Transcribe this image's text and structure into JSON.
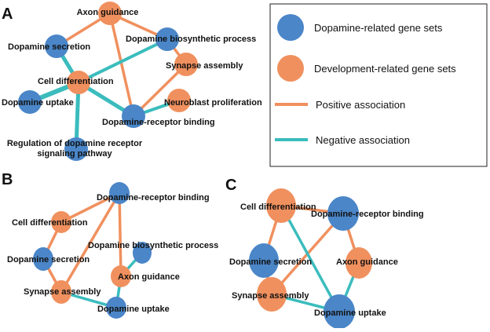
{
  "colors": {
    "dopamine": "#4a86c8",
    "development": "#f0905e",
    "positive": "#f0905e",
    "negative": "#3bbcbd"
  },
  "legend": {
    "items": [
      {
        "label": "Dopamine-related gene sets",
        "kind": "node",
        "type": "dopamine"
      },
      {
        "label": "Development-related gene sets",
        "kind": "node",
        "type": "development"
      },
      {
        "label": "Positive association",
        "kind": "edge",
        "type": "positive"
      },
      {
        "label": "Negative association",
        "kind": "edge",
        "type": "negative"
      }
    ]
  },
  "panels": [
    {
      "letter": "A",
      "nodes": [
        {
          "id": "axon",
          "label": "Axon guidance",
          "type": "development"
        },
        {
          "id": "bio",
          "label": "Dopamine biosynthetic process",
          "type": "dopamine"
        },
        {
          "id": "sec",
          "label": "Dopamine secretion",
          "type": "dopamine"
        },
        {
          "id": "syn",
          "label": "Synapse assembly",
          "type": "development"
        },
        {
          "id": "cell",
          "label": "Cell differentiation",
          "type": "development"
        },
        {
          "id": "upt",
          "label": "Dopamine uptake",
          "type": "dopamine"
        },
        {
          "id": "neuro",
          "label": "Neuroblast proliferation",
          "type": "development"
        },
        {
          "id": "drb",
          "label": "Dopamine-receptor binding",
          "type": "dopamine"
        },
        {
          "id": "reg",
          "label": "Regulation of dopamine receptor",
          "label2": "signaling pathway",
          "type": "dopamine"
        }
      ],
      "edges": [
        {
          "from": "axon",
          "to": "sec",
          "type": "positive"
        },
        {
          "from": "axon",
          "to": "bio",
          "type": "positive"
        },
        {
          "from": "axon",
          "to": "drb",
          "type": "positive"
        },
        {
          "from": "bio",
          "to": "syn",
          "type": "positive"
        },
        {
          "from": "syn",
          "to": "drb",
          "type": "positive"
        },
        {
          "from": "drb",
          "to": "neuro",
          "type": "negative"
        },
        {
          "from": "sec",
          "to": "cell",
          "type": "negative"
        },
        {
          "from": "cell",
          "to": "bio",
          "type": "negative"
        },
        {
          "from": "cell",
          "to": "upt",
          "type": "negative"
        },
        {
          "from": "cell",
          "to": "drb",
          "type": "negative"
        },
        {
          "from": "cell",
          "to": "reg",
          "type": "negative"
        }
      ]
    },
    {
      "letter": "B",
      "nodes": [
        {
          "id": "drb",
          "label": "Dopamine-receptor binding",
          "type": "dopamine"
        },
        {
          "id": "cell",
          "label": "Cell differentiation",
          "type": "development"
        },
        {
          "id": "bio",
          "label": "Dopamine biosynthetic process",
          "type": "dopamine"
        },
        {
          "id": "sec",
          "label": "Dopamine secretion",
          "type": "dopamine"
        },
        {
          "id": "axon",
          "label": "Axon guidance",
          "type": "development"
        },
        {
          "id": "syn",
          "label": "Synapse assembly",
          "type": "development"
        },
        {
          "id": "upt",
          "label": "Dopamine uptake",
          "type": "dopamine"
        }
      ],
      "edges": [
        {
          "from": "drb",
          "to": "cell",
          "type": "positive"
        },
        {
          "from": "drb",
          "to": "syn",
          "type": "positive"
        },
        {
          "from": "drb",
          "to": "axon",
          "type": "positive"
        },
        {
          "from": "cell",
          "to": "sec",
          "type": "positive"
        },
        {
          "from": "sec",
          "to": "syn",
          "type": "positive"
        },
        {
          "from": "axon",
          "to": "bio",
          "type": "negative"
        },
        {
          "from": "axon",
          "to": "upt",
          "type": "negative"
        },
        {
          "from": "syn",
          "to": "upt",
          "type": "negative"
        }
      ]
    },
    {
      "letter": "C",
      "nodes": [
        {
          "id": "cell",
          "label": "Cell differentiation",
          "type": "development"
        },
        {
          "id": "drb",
          "label": "Dopamine-receptor binding",
          "type": "dopamine"
        },
        {
          "id": "sec",
          "label": "Dopamine secretion",
          "type": "dopamine"
        },
        {
          "id": "axon",
          "label": "Axon guidance",
          "type": "development"
        },
        {
          "id": "syn",
          "label": "Synapse assembly",
          "type": "development"
        },
        {
          "id": "upt",
          "label": "Dopamine uptake",
          "type": "dopamine"
        }
      ],
      "edges": [
        {
          "from": "cell",
          "to": "drb",
          "type": "positive"
        },
        {
          "from": "cell",
          "to": "sec",
          "type": "positive"
        },
        {
          "from": "drb",
          "to": "syn",
          "type": "positive"
        },
        {
          "from": "drb",
          "to": "axon",
          "type": "positive"
        },
        {
          "from": "sec",
          "to": "syn",
          "type": "positive"
        },
        {
          "from": "cell",
          "to": "upt",
          "type": "negative"
        },
        {
          "from": "syn",
          "to": "upt",
          "type": "negative"
        },
        {
          "from": "axon",
          "to": "upt",
          "type": "negative"
        }
      ]
    }
  ]
}
